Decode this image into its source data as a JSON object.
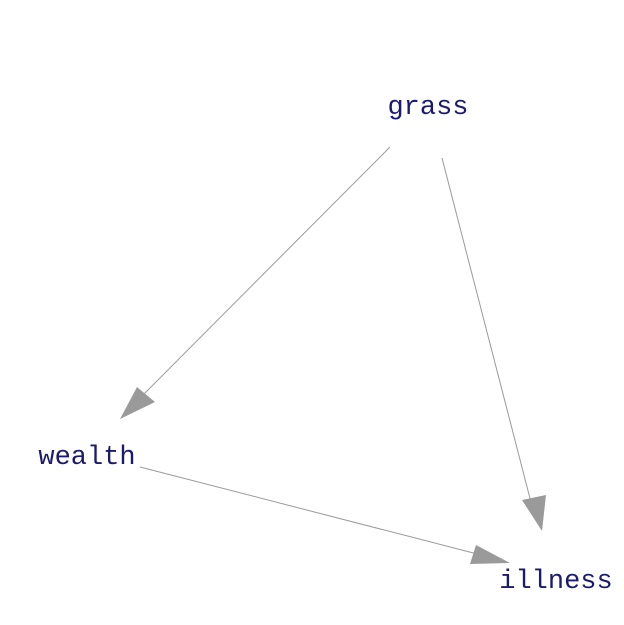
{
  "diagram": {
    "node_color": "#1a1a6e",
    "edge_color": "#9a9a9a",
    "background": "#ffffff",
    "nodes": [
      {
        "id": "grass",
        "label": "grass"
      },
      {
        "id": "wealth",
        "label": "wealth"
      },
      {
        "id": "illness",
        "label": "illness"
      }
    ],
    "edges": [
      {
        "from": "grass",
        "to": "wealth"
      },
      {
        "from": "grass",
        "to": "illness"
      },
      {
        "from": "wealth",
        "to": "illness"
      }
    ]
  }
}
